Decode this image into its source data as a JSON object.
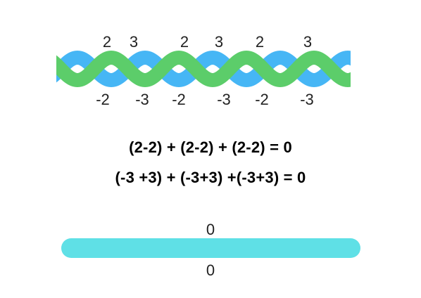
{
  "colors": {
    "strand_a": "#46b6f5",
    "strand_b": "#5ccd6a",
    "flat_bar": "#5fe0e6"
  },
  "top_labels": [
    "2",
    "3",
    "2",
    "3",
    "2",
    "3"
  ],
  "bottom_labels": [
    "-2",
    "-3",
    "-2",
    "-3",
    "-2",
    "-3"
  ],
  "equations": {
    "line1": "(2-2) + (2-2) + (2-2) = 0",
    "line2": "(-3 +3) + (-3+3) +(-3+3) = 0"
  },
  "flat_bar": {
    "top_label": "0",
    "bottom_label": "0"
  }
}
